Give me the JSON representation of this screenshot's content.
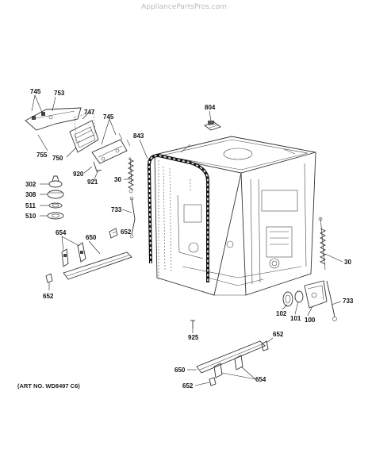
{
  "watermark": "AppliancePartsPros.com",
  "art_number": "(ART NO. WD8497 C6)",
  "callouts": {
    "c745a": "745",
    "c753": "753",
    "c747": "747",
    "c745b": "745",
    "c755": "755",
    "c750": "750",
    "c804": "804",
    "c843": "843",
    "c30a": "30",
    "c920": "920",
    "c921": "921",
    "c302": "302",
    "c308": "308",
    "c511": "511",
    "c510": "510",
    "c733a": "733",
    "c654a": "654",
    "c650a": "650",
    "c652a": "652",
    "c652b": "652",
    "c30b": "30",
    "c733b": "733",
    "c102": "102",
    "c101": "101",
    "c100": "100",
    "c925": "925",
    "c652c": "652",
    "c650b": "650",
    "c654b": "654",
    "c652d": "652"
  }
}
